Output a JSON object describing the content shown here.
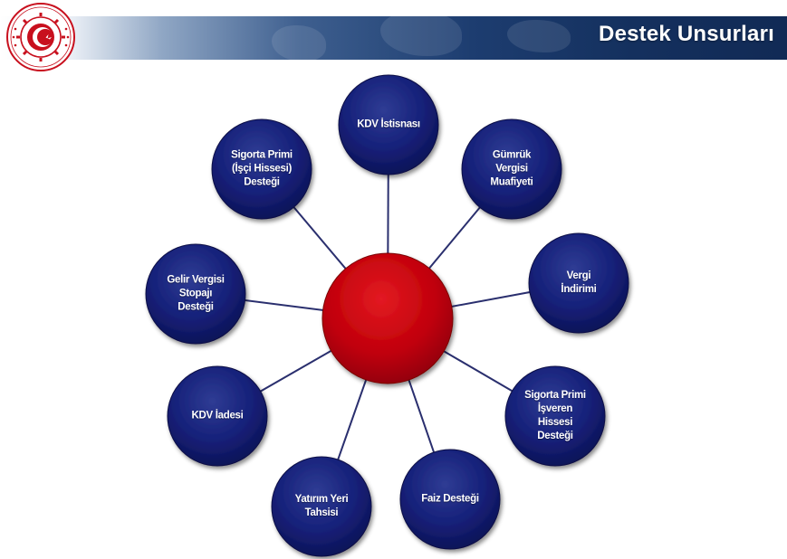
{
  "header": {
    "title": "Destek Unsurları"
  },
  "colors": {
    "hub": "#c0000a",
    "node": "#141e6c",
    "connector": "#2a2f6e",
    "header_dark": "#112a55"
  },
  "diagram": {
    "hub_label": "",
    "nodes": [
      {
        "id": "kdv-istisnasi",
        "label": "KDV İstisnası"
      },
      {
        "id": "gumruk-vergisi-muafiyeti",
        "label": "Gümrük\nVergisi\nMuafiyeti"
      },
      {
        "id": "vergi-indirimi",
        "label": "Vergi\nİndirimi"
      },
      {
        "id": "sigorta-primi-isveren",
        "label": "Sigorta Primi\nİşveren\nHissesi\nDesteği"
      },
      {
        "id": "faiz-destegi",
        "label": "Faiz Desteği"
      },
      {
        "id": "yatirim-yeri-tahsisi",
        "label": "Yatırım Yeri\nTahsisi"
      },
      {
        "id": "kdv-iadesi",
        "label": "KDV İadesi"
      },
      {
        "id": "gelir-vergisi-stopaji",
        "label": "Gelir Vergisi\nStopajı\nDesteği"
      },
      {
        "id": "sigorta-primi-isci",
        "label": "Sigorta Primi\n(İşçi Hissesi)\nDesteği"
      }
    ]
  }
}
